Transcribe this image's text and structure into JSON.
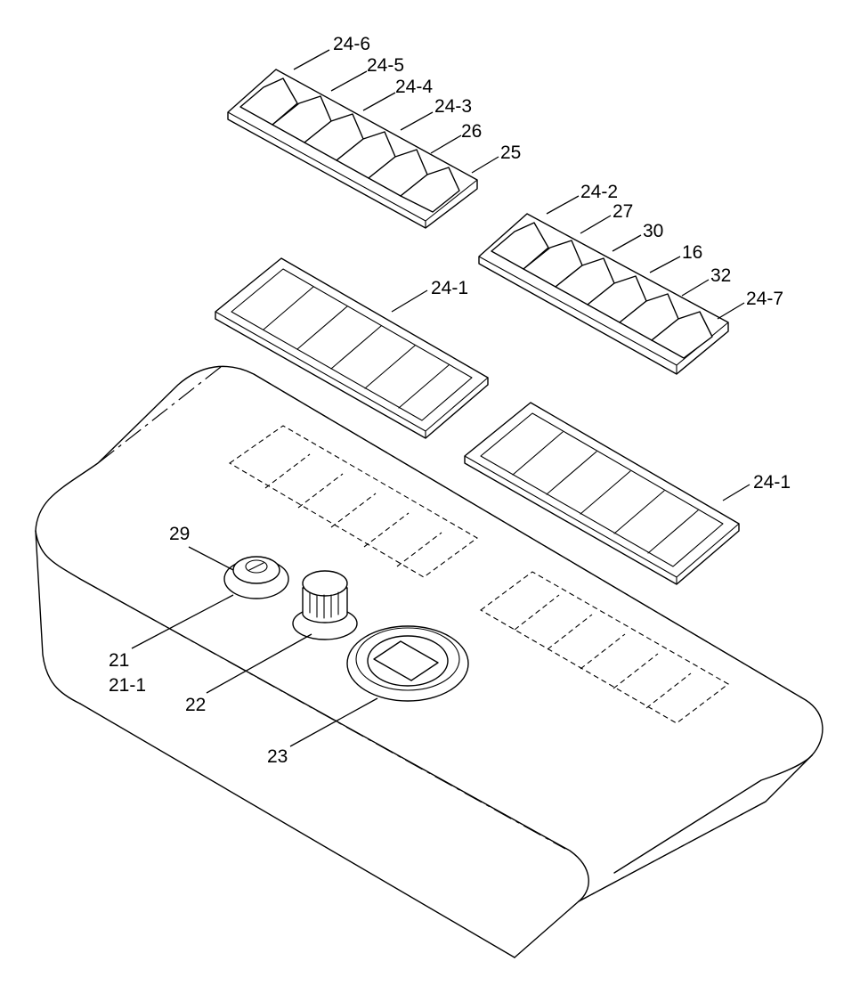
{
  "labels": {
    "l24_6": "24-6",
    "l24_5": "24-5",
    "l24_4": "24-4",
    "l24_3": "24-3",
    "l26": "26",
    "l25": "25",
    "l24_2": "24-2",
    "l27": "27",
    "l30": "30",
    "l16": "16",
    "l32": "32",
    "l24_7": "24-7",
    "l24_1a": "24-1",
    "l24_1b": "24-1",
    "l29": "29",
    "l21": "21",
    "l21_1": "21-1",
    "l22": "22",
    "l23": "23"
  }
}
